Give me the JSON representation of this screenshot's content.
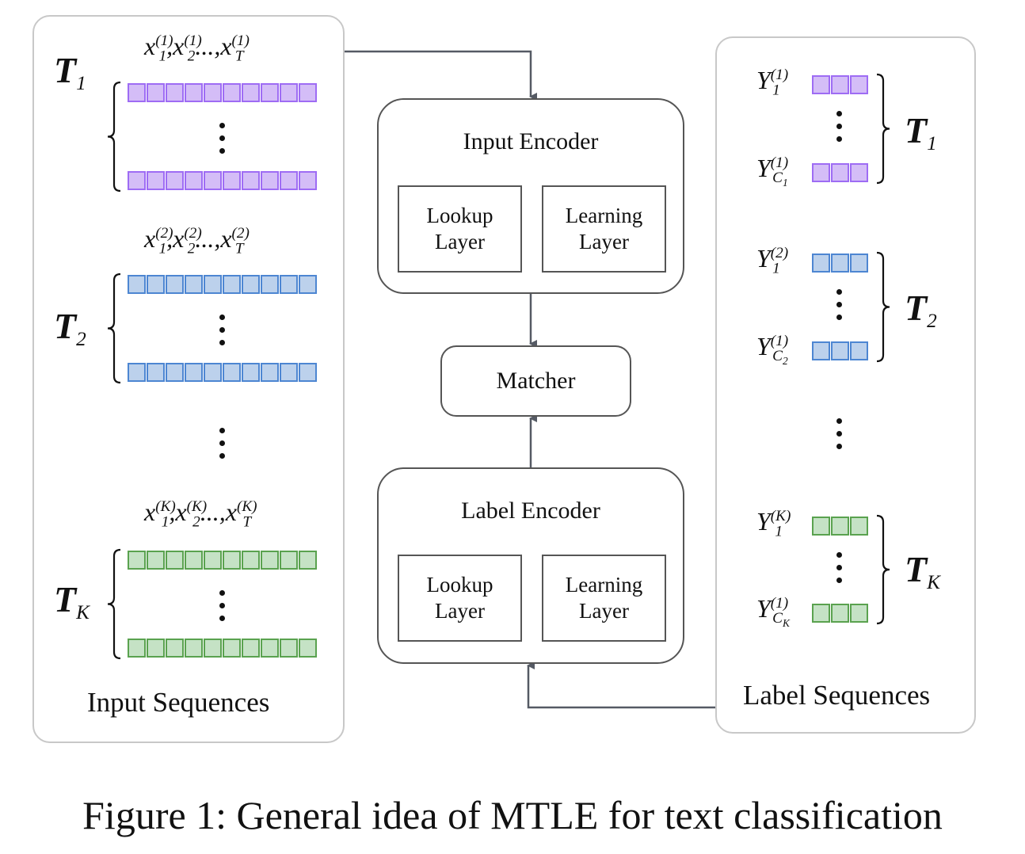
{
  "figure": {
    "caption": "Figure 1: General idea of MTLE for text classification"
  },
  "colors": {
    "task1_fill": "#d4bdf7",
    "task1_border": "#9e6cf4",
    "task2_fill": "#bcd1ec",
    "task2_border": "#4d86d2",
    "taskK_fill": "#c5e2c5",
    "taskK_border": "#5aa24f",
    "line": "#555a64",
    "panel_border": "#c8c8c8"
  },
  "input_panel": {
    "title": "Input Sequences",
    "groups": [
      {
        "task": "T",
        "task_sub": "1",
        "seq_sup": "(1)",
        "color_key": "task1",
        "cells": 10
      },
      {
        "task": "T",
        "task_sub": "2",
        "seq_sup": "(2)",
        "color_key": "task2",
        "cells": 10
      },
      {
        "task": "T",
        "task_sub": "K",
        "seq_sup": "(K)",
        "color_key": "taskK",
        "cells": 10
      }
    ],
    "seq_var": "x",
    "seq_subs": [
      "1",
      "2",
      "T"
    ],
    "ellipsis": "...,"
  },
  "label_panel": {
    "title": "Label Sequences",
    "groups": [
      {
        "task": "T",
        "task_sub": "1",
        "first_sup": "(1)",
        "first_sub": "1",
        "last_sup": "(1)",
        "last_sub": "C",
        "last_subsub": "1",
        "color_key": "task1",
        "cells": 3
      },
      {
        "task": "T",
        "task_sub": "2",
        "first_sup": "(2)",
        "first_sub": "1",
        "last_sup": "(1)",
        "last_sub": "C",
        "last_subsub": "2",
        "color_key": "task2",
        "cells": 3
      },
      {
        "task": "T",
        "task_sub": "K",
        "first_sup": "(K)",
        "first_sub": "1",
        "last_sup": "(1)",
        "last_sub": "C",
        "last_subsub": "K",
        "color_key": "taskK",
        "cells": 3
      }
    ],
    "label_var": "Y"
  },
  "input_encoder": {
    "title": "Input Encoder",
    "lookup": [
      "Lookup",
      "Layer"
    ],
    "learning": [
      "Learning",
      "Layer"
    ]
  },
  "matcher": {
    "title": "Matcher"
  },
  "label_encoder": {
    "title": "Label Encoder",
    "lookup": [
      "Lookup",
      "Layer"
    ],
    "learning": [
      "Learning",
      "Layer"
    ]
  }
}
